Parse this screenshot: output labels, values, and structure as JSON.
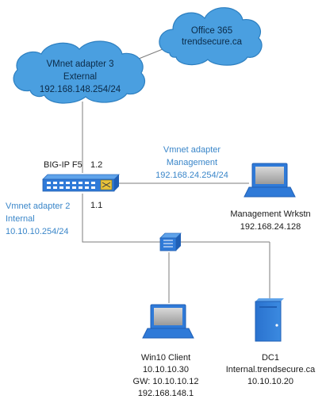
{
  "colors": {
    "cloud_fill": "#4a9fe0",
    "cloud_stroke": "#2d7fc0",
    "line": "#7d7d7d",
    "device_blue": "#2f7ad8",
    "label_blue": "#3a86c9",
    "label_dark": "#1a1a1a"
  },
  "clouds": {
    "office365": {
      "line1": "Office 365",
      "line2": "trendsecure.ca"
    },
    "vmnet3": {
      "line1": "VMnet adapter 3",
      "line2": "External",
      "line3": "192.168.148.254/24"
    }
  },
  "f5": {
    "name": "BIG-IP F5",
    "port_top": "1.2",
    "port_bottom": "1.1",
    "icon": "switch-icon"
  },
  "management_link": {
    "line1": "Vmnet adapter",
    "line2": "Management",
    "line3": "192.168.24.254/24"
  },
  "internal_link": {
    "line1": "Vmnet adapter 2",
    "line2": "Internal",
    "line3": "10.10.10.254/24"
  },
  "management_workstation": {
    "name": "Management Wrkstn",
    "ip": "192.168.24.128",
    "icon": "laptop-icon"
  },
  "lan_switch": {
    "icon": "network-switch-icon"
  },
  "win10_client": {
    "name": "Win10 Client",
    "ip": "10.10.10.30",
    "gateway": "GW: 10.10.10.12",
    "extra": "192.168.148.1",
    "icon": "laptop-icon"
  },
  "dc1": {
    "name": "DC1",
    "fqdn": "Internal.trendsecure.ca",
    "ip": "10.10.10.20",
    "icon": "server-tower-icon"
  }
}
